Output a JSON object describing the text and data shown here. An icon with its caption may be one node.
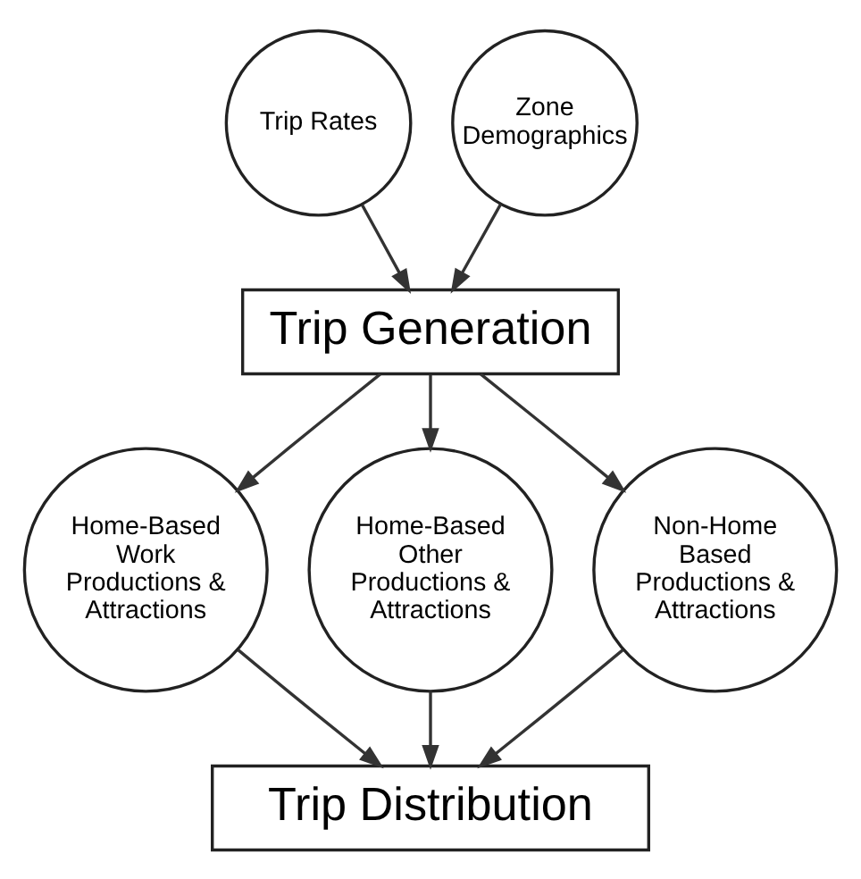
{
  "diagram": {
    "nodes": [
      {
        "text": [
          "Trip Rates"
        ]
      },
      {
        "text": [
          "Zone Demographics"
        ]
      },
      {
        "text": [
          "Trip Generation"
        ]
      },
      {
        "text": [
          "Home-Based Work Productions & Attractions"
        ]
      },
      {
        "text": [
          "Home-Based Other Productions & Attractions"
        ]
      },
      {
        "text": [
          "Non-Home Based Productions & Attractions"
        ]
      },
      {
        "text": [
          "Trip Distribution"
        ]
      }
    ],
    "edges": [
      {
        "from": 0,
        "to": 2,
        "arrow": "to"
      },
      {
        "from": 1,
        "to": 2,
        "arrow": "to"
      },
      {
        "from": 2,
        "to": 3,
        "arrow": "to"
      },
      {
        "from": 2,
        "to": 4,
        "arrow": "to"
      },
      {
        "from": 2,
        "to": 5,
        "arrow": "to"
      },
      {
        "from": 3,
        "to": 6,
        "arrow": "to"
      },
      {
        "from": 4,
        "to": 6,
        "arrow": "to"
      },
      {
        "from": 5,
        "to": 6,
        "arrow": "to"
      }
    ]
  }
}
